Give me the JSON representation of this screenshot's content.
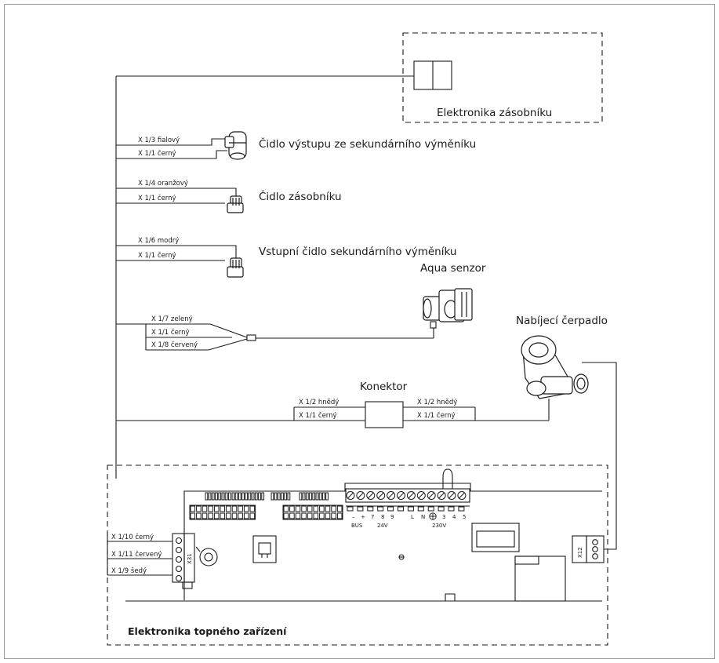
{
  "storage_electronics_label": "Elektronika zásobníku",
  "heater_electronics_label": "Elektronika topného zařízení",
  "sensors": [
    {
      "name": "Čidlo výstupu ze sekundárního výměníku",
      "wires": [
        "X 1/3 fialový",
        "X 1/1 černý"
      ]
    },
    {
      "name": "Čidlo zásobníku",
      "wires": [
        "X 1/4 oranžový",
        "X 1/1 černý"
      ]
    },
    {
      "name": "Vstupní čidlo sekundárního výměníku",
      "wires": [
        "X 1/6 modrý",
        "X 1/1 černý"
      ]
    }
  ],
  "aqua": {
    "name": "Aqua senzor",
    "wires": [
      "X 1/7 zelený",
      "X 1/1 černý",
      "X 1/8 červený"
    ]
  },
  "pump": {
    "name": "Nabíjecí čerpadlo",
    "connector_name": "Konektor",
    "wires_left": [
      "X 1/2 hnědý",
      "X 1/1 černý"
    ],
    "wires_right": [
      "X 1/2 hnědý",
      "X 1/1 černý"
    ]
  },
  "x31": {
    "label": "X31",
    "wires": [
      "X 1/10 černý",
      "X 1/11 červený",
      "X 1/9 šedý"
    ]
  },
  "x12": {
    "label": "X12"
  },
  "terminal_labels": [
    "–",
    "+",
    "7",
    "8",
    "9",
    "L",
    "N",
    "3",
    "4",
    "5"
  ],
  "terminal_groups": [
    "BUS",
    "24V",
    "230V"
  ],
  "colors": {
    "line": "#1a1a1a",
    "frame": "#9a9a9a"
  }
}
